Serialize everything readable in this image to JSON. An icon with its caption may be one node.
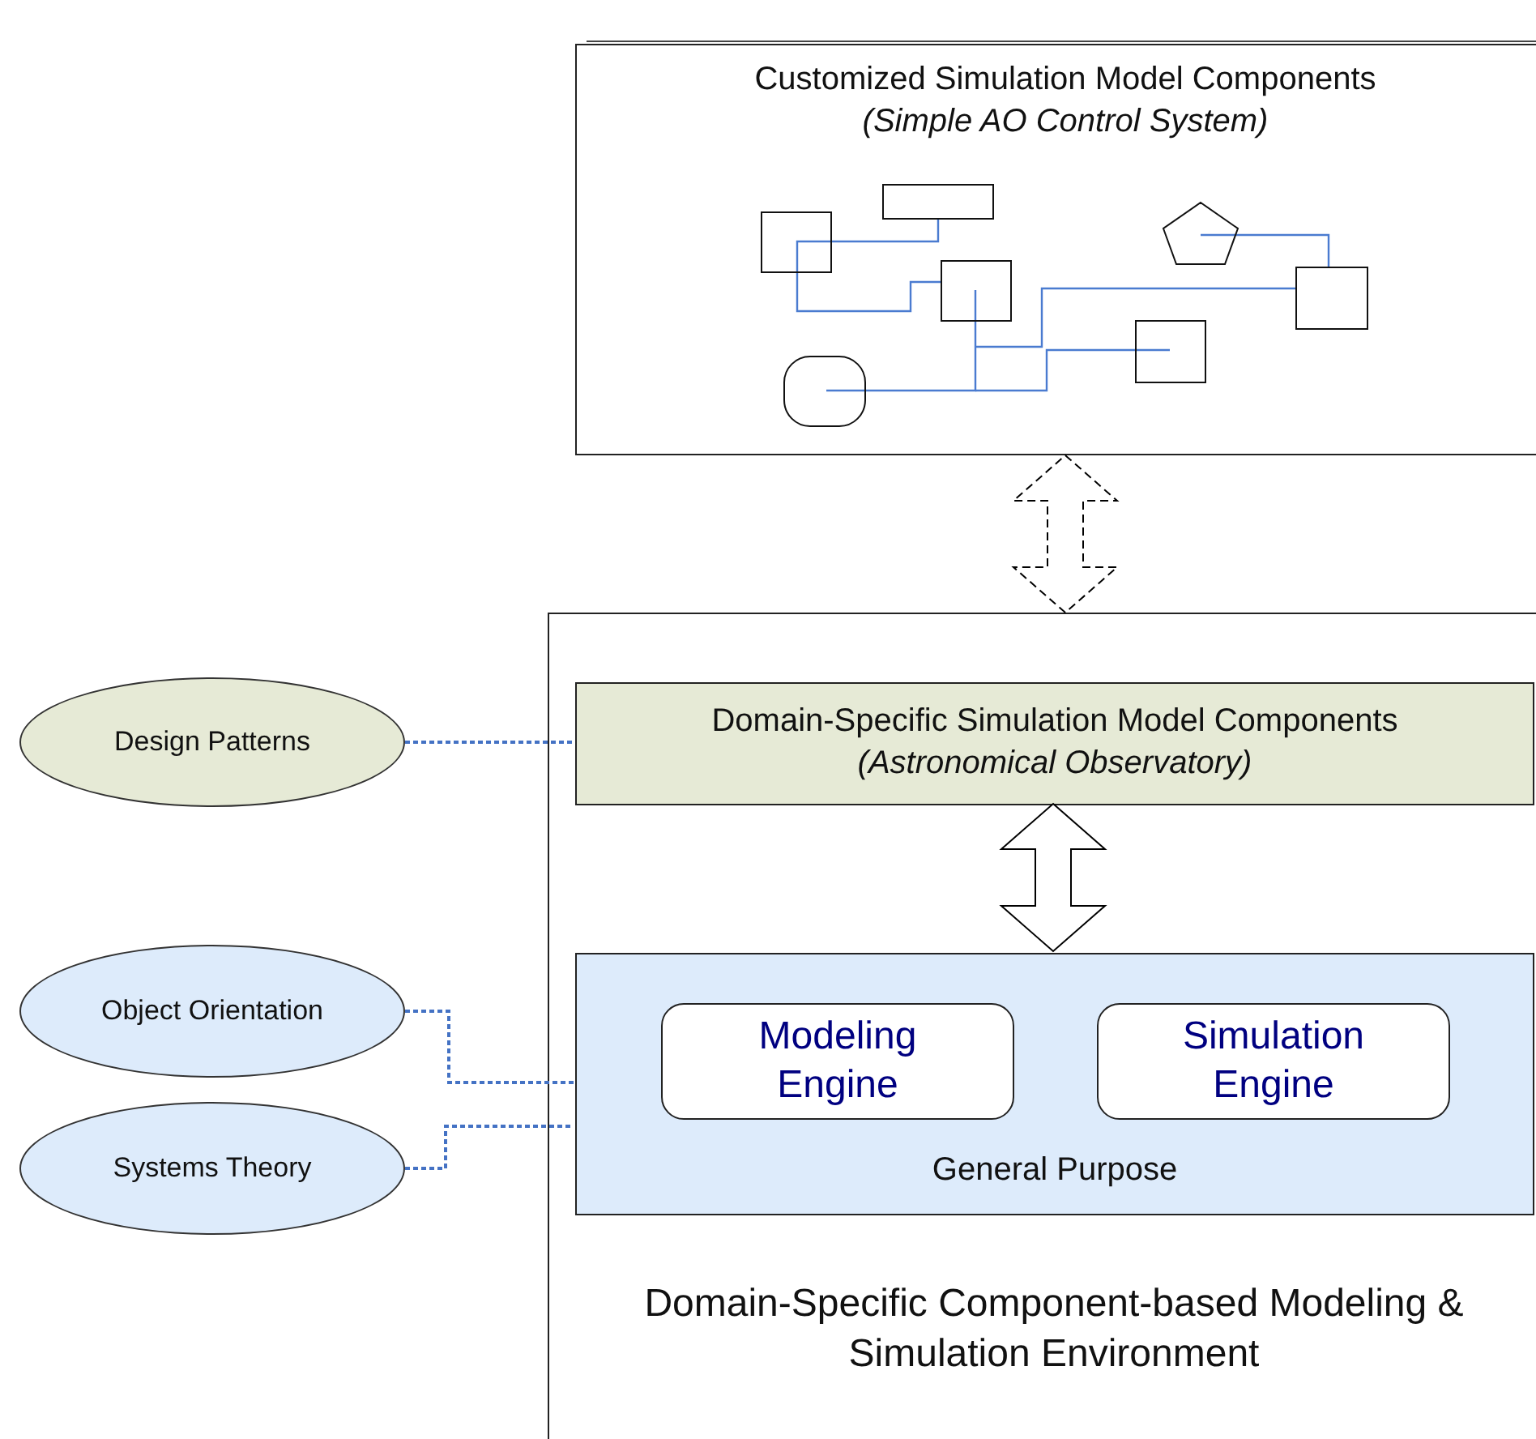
{
  "diagram": {
    "nodes": [
      {
        "text": [
          "Customized Simulation Model Components",
          "(Simple AO Control System)"
        ]
      },
      {
        "text": [
          "Domain-Specific Component-based Modeling & Simulation Environment"
        ]
      },
      {
        "text": [
          "Domain-Specific Simulation Model Components",
          "(Astronomical Observatory)"
        ],
        "in": 1
      },
      {
        "text": [
          "General Purpose"
        ],
        "in": 1
      },
      {
        "text": [
          "Modeling Engine"
        ],
        "in": 3
      },
      {
        "text": [
          "Simulation Engine"
        ],
        "in": 3
      },
      {
        "text": [
          "Design Patterns"
        ]
      },
      {
        "text": [
          "Object Orientation"
        ]
      },
      {
        "text": [
          "Systems Theory"
        ]
      }
    ],
    "edges": [
      {
        "from": 0,
        "to": 1,
        "arrow": "both",
        "style": "dashed"
      },
      {
        "from": 2,
        "to": 3,
        "arrow": "both"
      },
      {
        "from": 6,
        "to": 2,
        "arrow": "none",
        "style": "dashed",
        "color": "#4472c4"
      },
      {
        "from": 7,
        "to": 3,
        "arrow": "none",
        "style": "dashed",
        "color": "#4472c4"
      },
      {
        "from": 8,
        "to": 3,
        "arrow": "none",
        "style": "dashed",
        "color": "#4472c4"
      }
    ]
  }
}
